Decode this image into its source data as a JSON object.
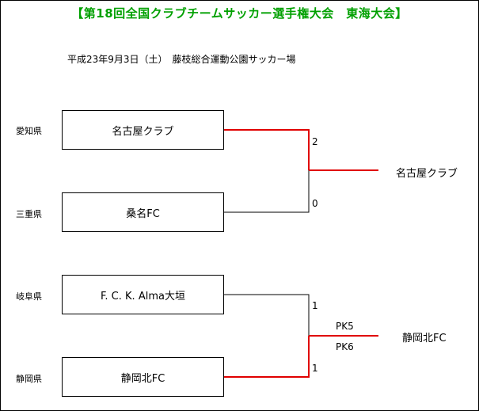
{
  "title": "【第18回全国クラブチームサッカー選手権大会　東海大会】",
  "subtitle": "平成23年9月3日（土）　藤枝総合運動公園サッカー場",
  "colors": {
    "title": "#00a000",
    "win_line": "#e00000",
    "line": "#000000"
  },
  "matches": [
    {
      "top": {
        "prefecture": "愛知県",
        "team": "名古屋クラブ",
        "score": "2"
      },
      "bottom": {
        "prefecture": "三重県",
        "team": "桑名FC",
        "score": "0"
      },
      "winner": "名古屋クラブ",
      "winner_side": "top",
      "pk_top": "",
      "pk_bottom": ""
    },
    {
      "top": {
        "prefecture": "岐阜県",
        "team": "F. C. K. Alma大垣",
        "score": "1"
      },
      "bottom": {
        "prefecture": "静岡県",
        "team": "静岡北FC",
        "score": "1"
      },
      "winner": "静岡北FC",
      "winner_side": "bottom",
      "pk_top": "PK5",
      "pk_bottom": "PK6"
    }
  ]
}
